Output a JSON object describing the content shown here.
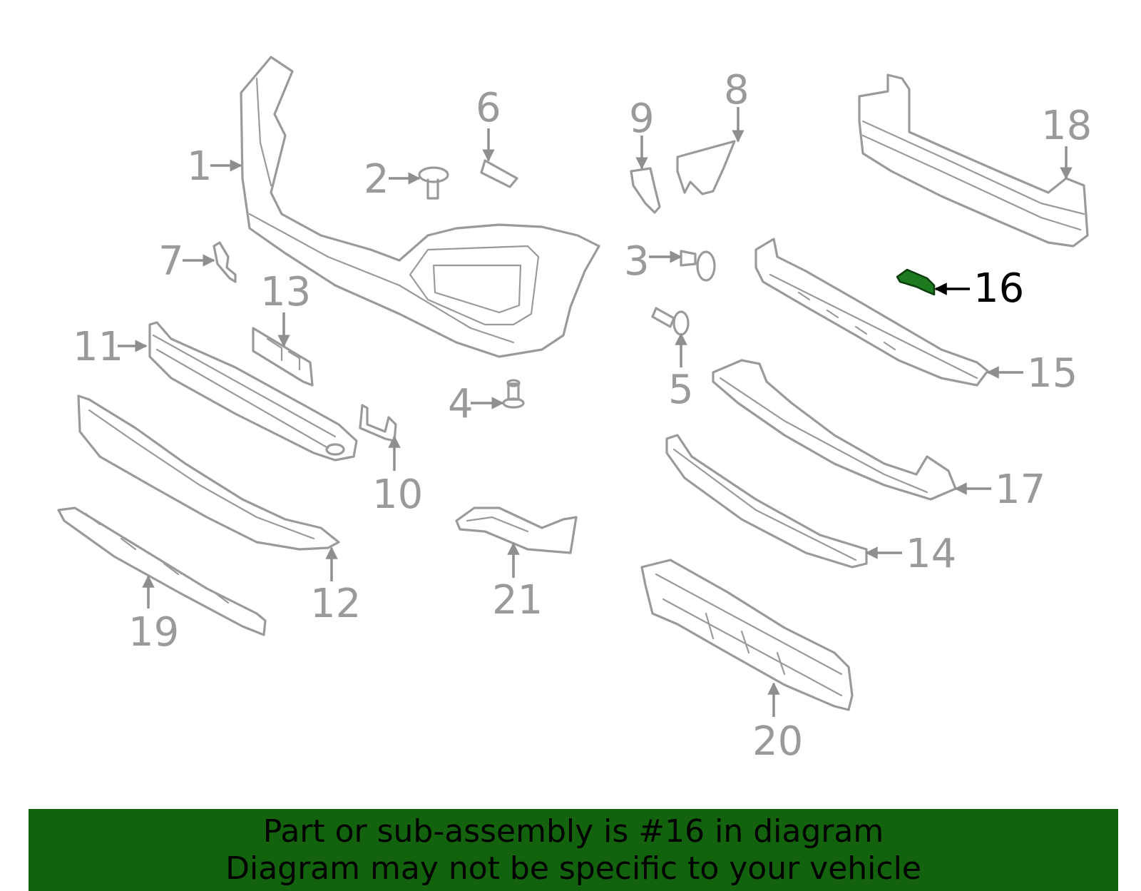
{
  "callouts": {
    "c1": "1",
    "c2": "2",
    "c3": "3",
    "c4": "4",
    "c5": "5",
    "c6": "6",
    "c7": "7",
    "c8": "8",
    "c9": "9",
    "c10": "10",
    "c11": "11",
    "c12": "12",
    "c13": "13",
    "c14": "14",
    "c15": "15",
    "c16": "16",
    "c17": "17",
    "c18": "18",
    "c19": "19",
    "c20": "20",
    "c21": "21"
  },
  "highlighted_part": "16",
  "banner": {
    "line1": "Part or sub-assembly is #16 in diagram",
    "line2": "Diagram may not be specific to your vehicle"
  },
  "colors": {
    "part_stroke": "#9a9a9a",
    "highlight_fill": "#1e7a1e",
    "banner_bg": "#13620d",
    "highlight_text": "#000000"
  }
}
